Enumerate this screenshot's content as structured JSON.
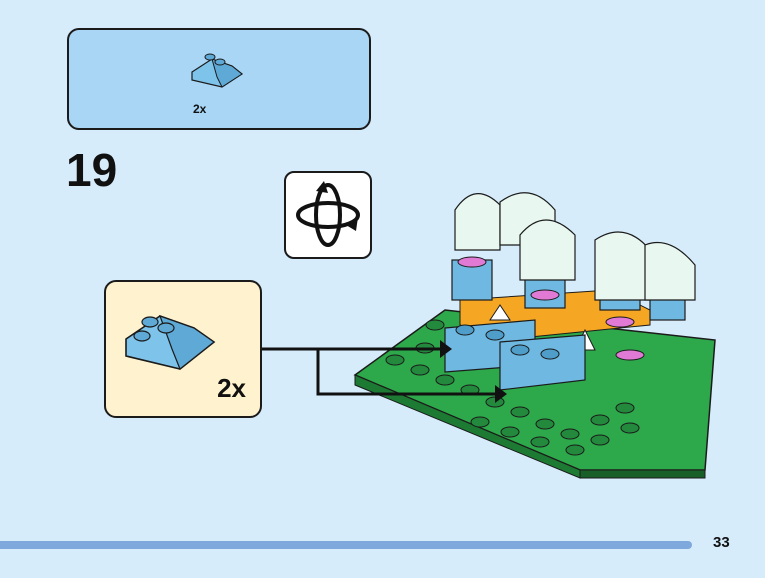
{
  "parts_list": {
    "quantity": "2x",
    "part": "light-blue-slope-brick"
  },
  "step": {
    "number": "19"
  },
  "rotate": {
    "icon": "rotate-model-icon"
  },
  "callout": {
    "quantity": "2x",
    "part": "light-blue-slope-brick"
  },
  "footer": {
    "page_number": "33"
  },
  "colors": {
    "background": "#d6ecfb",
    "parts_box": "#a9d6f5",
    "callout_box": "#fff3cf",
    "footer_bar": "#7fa8dc",
    "brick_blue": "#6fb8e2",
    "base_green": "#2da84a"
  }
}
